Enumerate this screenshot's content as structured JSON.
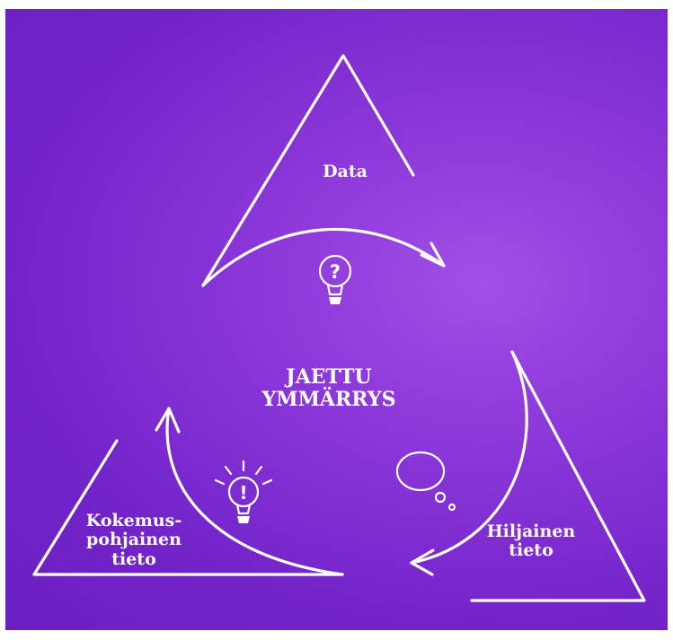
{
  "diagram": {
    "nodes": {
      "data": {
        "label": "Data",
        "icon": "question-bulb-icon"
      },
      "hiljainen": {
        "lines": [
          "Hiljainen",
          "tieto"
        ],
        "icon": "thought-bubble-icon"
      },
      "kokemus": {
        "lines": [
          "Kokemus-",
          "pohjainen",
          "tieto"
        ],
        "icon": "exclamation-bulb-icon"
      }
    },
    "center": {
      "lines": [
        "JAETTU",
        "YMMÄRRYS"
      ]
    },
    "colors": {
      "background": "#8a36d9",
      "stroke": "#ffffff",
      "text": "#ffffff"
    }
  }
}
